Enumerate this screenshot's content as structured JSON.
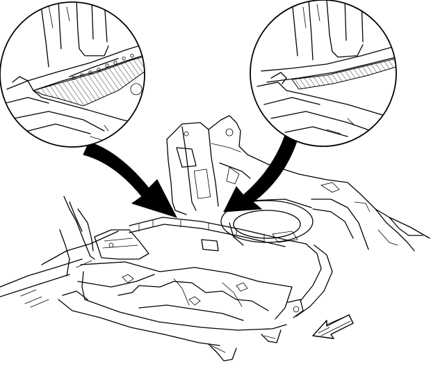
{
  "diagram": {
    "views": [
      {
        "id": "detail-view-left",
        "icon": "magnified-detail-circle"
      },
      {
        "id": "detail-view-right",
        "icon": "magnified-detail-circle"
      }
    ],
    "callouts": [
      {
        "id": "callout-arrow-left",
        "icon": "curved-pointer-arrow"
      },
      {
        "id": "callout-arrow-right",
        "icon": "curved-pointer-arrow"
      }
    ],
    "direction_indicator": {
      "icon": "forward-direction-arrow"
    },
    "colors": {
      "line": "#000000",
      "fill": "#ffffff",
      "arrow": "#000000"
    }
  }
}
